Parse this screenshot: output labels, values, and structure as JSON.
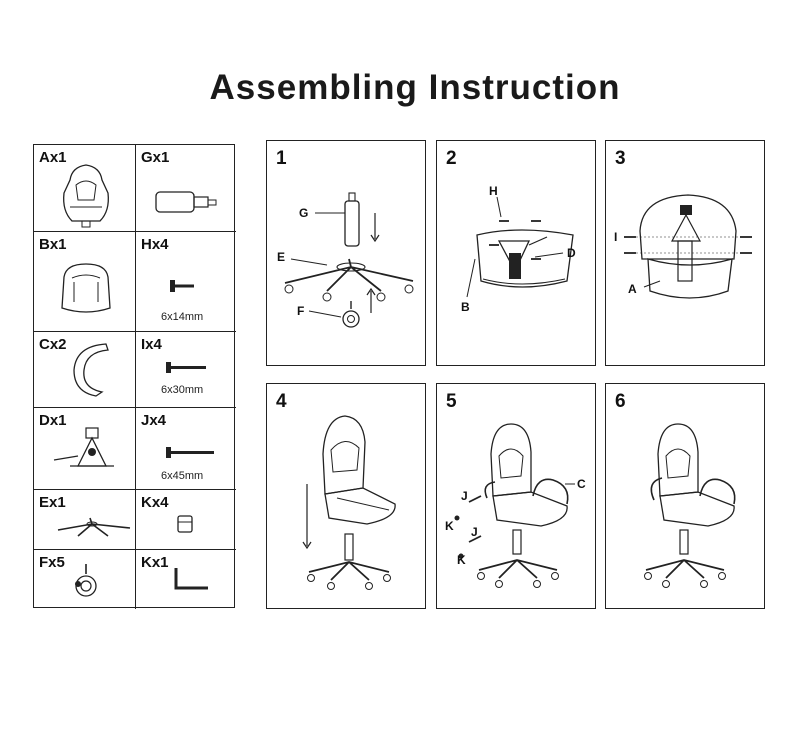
{
  "title": "Assembling Instruction",
  "parts": [
    {
      "label": "Ax1",
      "icon": "backrest-icon"
    },
    {
      "label": "Gx1",
      "icon": "gas-lift-icon"
    },
    {
      "label": "Bx1",
      "icon": "seat-icon"
    },
    {
      "label": "Hx4",
      "icon": "bolt-icon",
      "size": "6x14mm"
    },
    {
      "label": "Cx2",
      "icon": "armrest-icon"
    },
    {
      "label": "Ix4",
      "icon": "bolt-icon",
      "size": "6x30mm"
    },
    {
      "label": "Dx1",
      "icon": "mechanism-icon"
    },
    {
      "label": "Jx4",
      "icon": "bolt-icon",
      "size": "6x45mm"
    },
    {
      "label": "Ex1",
      "icon": "star-base-icon"
    },
    {
      "label": "Kx4",
      "icon": "cap-icon"
    },
    {
      "label": "Fx5",
      "icon": "caster-icon"
    },
    {
      "label": "Kx1",
      "icon": "allen-key-icon"
    }
  ],
  "steps": [
    {
      "number": "1",
      "callouts": [
        "G",
        "E",
        "F"
      ]
    },
    {
      "number": "2",
      "callouts": [
        "H",
        "D",
        "B"
      ]
    },
    {
      "number": "3",
      "callouts": [
        "I",
        "A"
      ]
    },
    {
      "number": "4",
      "callouts": []
    },
    {
      "number": "5",
      "callouts": [
        "C",
        "J",
        "K",
        "J",
        "K"
      ]
    },
    {
      "number": "6",
      "callouts": []
    }
  ]
}
